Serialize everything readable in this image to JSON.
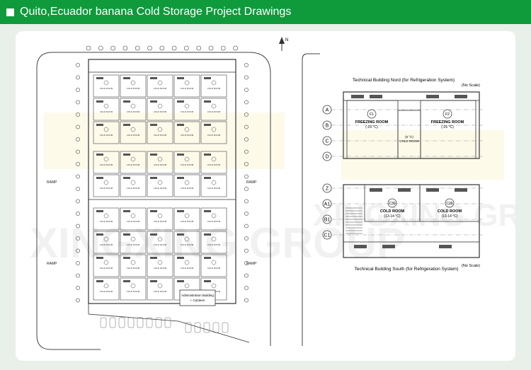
{
  "header": {
    "title": "Quito,Ecuador banana Cold Storage Project Drawings"
  },
  "site_plan": {
    "ramp_label": "RAMP",
    "cold_room_label": "COLD ROOM",
    "admin_building": [
      "Administration Building",
      "+ Canteen"
    ],
    "north_mark": "N"
  },
  "north_building": {
    "title": "Technical Building Nord (for Refrigeration System)",
    "scale": "(No Scale)",
    "axes": [
      "A",
      "B",
      "C",
      "D"
    ],
    "rooms": [
      {
        "id": "F1",
        "name": "FREEZING ROOM",
        "temp": "(-25 °C)"
      },
      {
        "id": "F2",
        "name": "FREEZING ROOM",
        "temp": "(-25 °C)"
      }
    ],
    "middle_room": {
      "temp": "(5 °C)",
      "name": "COLD ROOM"
    }
  },
  "south_building": {
    "title": "Technical Building South (for Refrigeration System)",
    "scale": "(No Scale)",
    "axes": [
      "Z",
      "A1",
      "B1",
      "C1"
    ],
    "rooms": [
      {
        "id": "C30",
        "name": "COLD ROOM",
        "temp": "(13-14 °C)"
      },
      {
        "id": "C29",
        "name": "COLD ROOM",
        "temp": "(13-14 °C)"
      }
    ]
  },
  "watermark": {
    "text": "XINGXING GROUP"
  },
  "colors": {
    "header_bg": "#0f9a3c",
    "page_bg": "#e9efe9",
    "line": "#333333"
  }
}
